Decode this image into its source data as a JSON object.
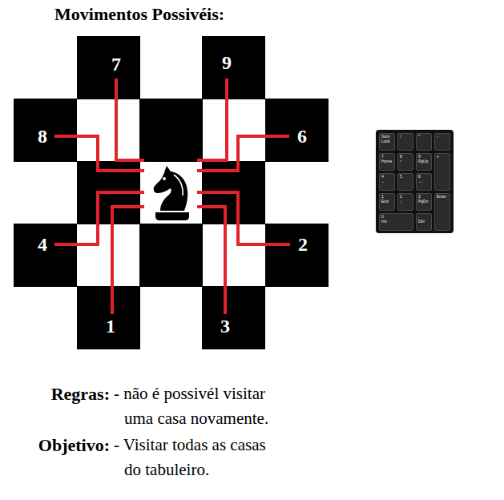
{
  "diagram": {
    "title": "Movimentos Possivéis:",
    "nodes": [
      {
        "text": [
          "7"
        ]
      },
      {
        "text": [
          "9"
        ]
      },
      {
        "text": [
          "8"
        ]
      },
      {
        "text": [
          "6"
        ]
      },
      {
        "text": [
          "4"
        ]
      },
      {
        "text": [
          "2"
        ]
      },
      {
        "text": [
          "1"
        ]
      },
      {
        "text": [
          "3"
        ]
      },
      {
        "text": [
          "Num Lock"
        ]
      },
      {
        "text": [
          "/"
        ]
      },
      {
        "text": [
          "*"
        ]
      },
      {
        "text": [
          "-"
        ]
      },
      {
        "text": [
          "7",
          "Home"
        ]
      },
      {
        "text": [
          "8",
          "↑"
        ]
      },
      {
        "text": [
          "9",
          "PgUp"
        ]
      },
      {
        "text": [
          "+"
        ]
      },
      {
        "text": [
          "4",
          "←"
        ]
      },
      {
        "text": [
          "5"
        ]
      },
      {
        "text": [
          "6",
          "→"
        ]
      },
      {
        "text": [
          "1",
          "End"
        ]
      },
      {
        "text": [
          "2",
          "↓"
        ]
      },
      {
        "text": [
          "3",
          "PgDn"
        ]
      },
      {
        "text": [
          "Enter"
        ]
      },
      {
        "text": [
          "0",
          "Ins"
        ]
      },
      {
        "text": [
          ".",
          "Del"
        ]
      }
    ],
    "labels": [
      "Regras:",
      "- não é possivél visitar uma casa novamente.",
      "Objetivo:",
      "- Visitar todas as casas do tabuleiro."
    ]
  }
}
